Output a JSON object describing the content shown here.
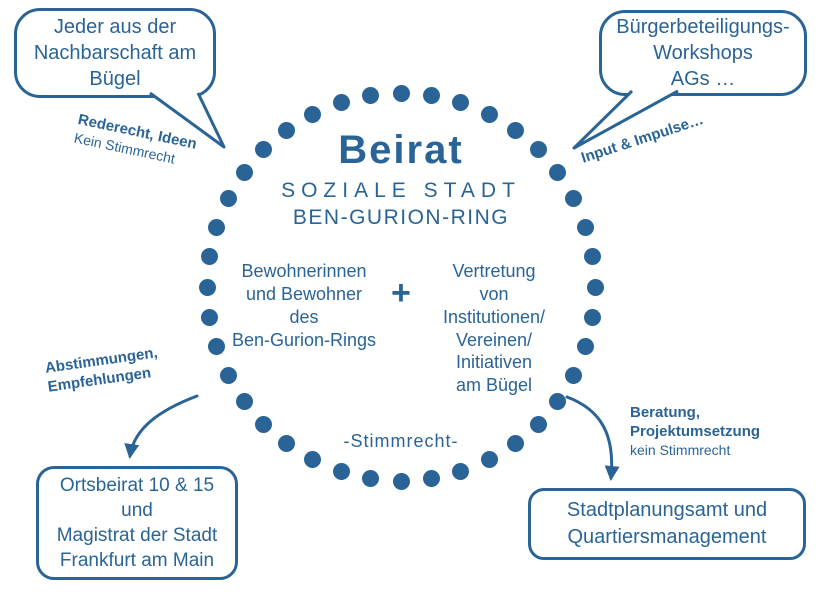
{
  "colors": {
    "primary": "#2a6496"
  },
  "center": {
    "title": "Beirat",
    "subtitle_line1": "SOZIALE STADT",
    "subtitle_line2": "BEN-GURION-RING",
    "left_group": "Bewohnerinnen\nund Bewohner\ndes\nBen-Gurion-Rings",
    "plus": "+",
    "right_group": "Vertretung\nvon\nInstitutionen/\nVereinen/\nInitiativen\nam Bügel",
    "voting_label": "-Stimmrecht-"
  },
  "bubbles": {
    "top_left": {
      "text": "Jeder aus der\nNachbarschaft am\nBügel"
    },
    "top_right": {
      "text": "Bürgerbeteiligungs-\nWorkshops\nAGs …"
    },
    "bottom_left": {
      "text": "Ortsbeirat 10 & 15\nund\nMagistrat der Stadt\nFrankfurt am Main"
    },
    "bottom_right": {
      "text": "Stadtplanungsamt und\nQuartiersmanagement"
    }
  },
  "notes": {
    "top_left": {
      "bold": "Rederecht, Ideen",
      "regular": "Kein Stimmrecht"
    },
    "top_right": {
      "bold": "Input & Impulse…"
    },
    "bottom_left": {
      "bold": "Abstimmungen,\nEmpfehlungen"
    },
    "bottom_right": {
      "bold": "Beratung,\nProjektumsetzung",
      "regular": "kein Stimmrecht"
    }
  }
}
